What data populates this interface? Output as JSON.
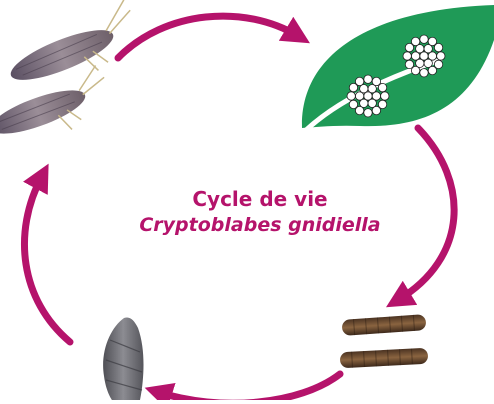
{
  "diagram": {
    "title": "Cycle de vie",
    "species": "Cryptoblabes gnidiella",
    "stages": [
      {
        "id": "adult",
        "icon": "moth-icon"
      },
      {
        "id": "egg",
        "icon": "leaf-with-eggs-icon"
      },
      {
        "id": "larva",
        "icon": "larva-icon"
      },
      {
        "id": "pupa",
        "icon": "pupa-icon"
      }
    ]
  },
  "colors": {
    "arrow": "#b5136b",
    "title": "#b5136b",
    "leaf": "#1f9a57",
    "egg": "#ffffff",
    "moth": "#7a6e7c",
    "larva": "#6b4a2e",
    "pupa": "#6e6e74"
  }
}
